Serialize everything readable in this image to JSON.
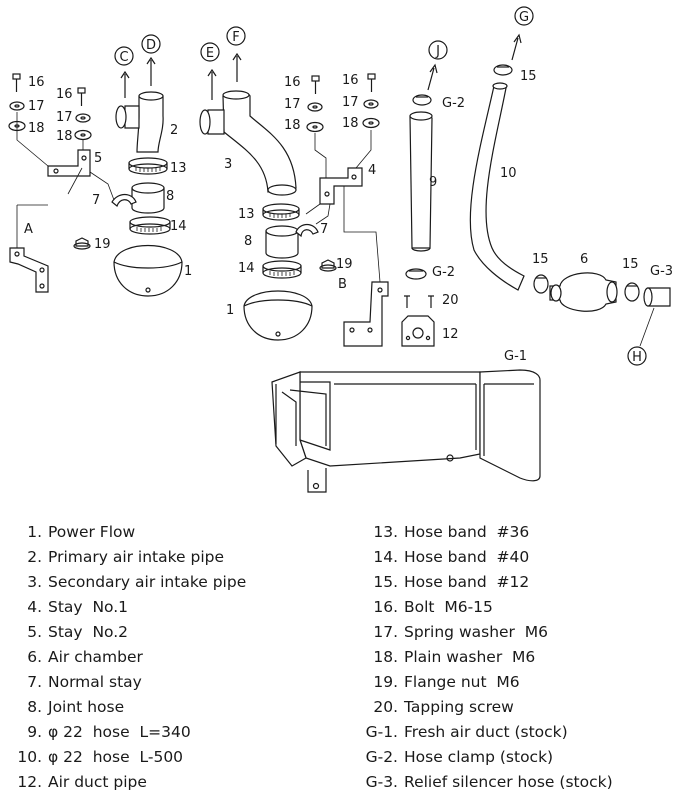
{
  "diagram": {
    "circled_letters": [
      "C",
      "D",
      "E",
      "F",
      "J",
      "G",
      "H"
    ],
    "callouts": {
      "n1a": "1",
      "n1b": "1",
      "n2": "2",
      "n3": "3",
      "n4": "4",
      "n5": "5",
      "n6": "6",
      "n7a": "7",
      "n7b": "7",
      "n8a": "8",
      "n8b": "8",
      "n9": "9",
      "n10": "10",
      "n12": "12",
      "n13a": "13",
      "n13b": "13",
      "n14a": "14",
      "n14b": "14",
      "n15a": "15",
      "n15b": "15",
      "n15c": "15",
      "n16a": "16",
      "n16b": "16",
      "n16c": "16",
      "n16d": "16",
      "n17a": "17",
      "n17b": "17",
      "n17c": "17",
      "n17d": "17",
      "n18a": "18",
      "n18b": "18",
      "n18c": "18",
      "n18d": "18",
      "n19a": "19",
      "n19b": "19",
      "n20": "20",
      "g1": "G-1",
      "g2a": "G-2",
      "g2b": "G-2",
      "g3": "G-3",
      "a": "A",
      "b": "B"
    }
  },
  "legend": {
    "left": [
      {
        "num": "1.",
        "text": "Power Flow"
      },
      {
        "num": "2.",
        "text": "Primary air intake pipe"
      },
      {
        "num": "3.",
        "text": "Secondary air intake pipe"
      },
      {
        "num": "4.",
        "text": "Stay  No.1"
      },
      {
        "num": "5.",
        "text": "Stay  No.2"
      },
      {
        "num": "6.",
        "text": "Air chamber"
      },
      {
        "num": "7.",
        "text": "Normal stay"
      },
      {
        "num": "8.",
        "text": "Joint hose"
      },
      {
        "num": "9.",
        "text": "φ 22  hose  L=340"
      },
      {
        "num": "10.",
        "text": "φ 22  hose  L-500"
      },
      {
        "num": "12.",
        "text": "Air duct pipe"
      }
    ],
    "right": [
      {
        "num": "13.",
        "text": "Hose band  #36"
      },
      {
        "num": "14.",
        "text": "Hose band  #40"
      },
      {
        "num": "15.",
        "text": "Hose band  #12"
      },
      {
        "num": "16.",
        "text": "Bolt  M6-15"
      },
      {
        "num": "17.",
        "text": "Spring washer  M6"
      },
      {
        "num": "18.",
        "text": "Plain washer  M6"
      },
      {
        "num": "19.",
        "text": "Flange nut  M6"
      },
      {
        "num": "20.",
        "text": "Tapping screw"
      },
      {
        "num": "G-1.",
        "text": "Fresh air duct (stock)"
      },
      {
        "num": "G-2.",
        "text": "Hose clamp (stock)"
      },
      {
        "num": "G-3.",
        "text": "Relief silencer hose (stock)"
      }
    ]
  }
}
